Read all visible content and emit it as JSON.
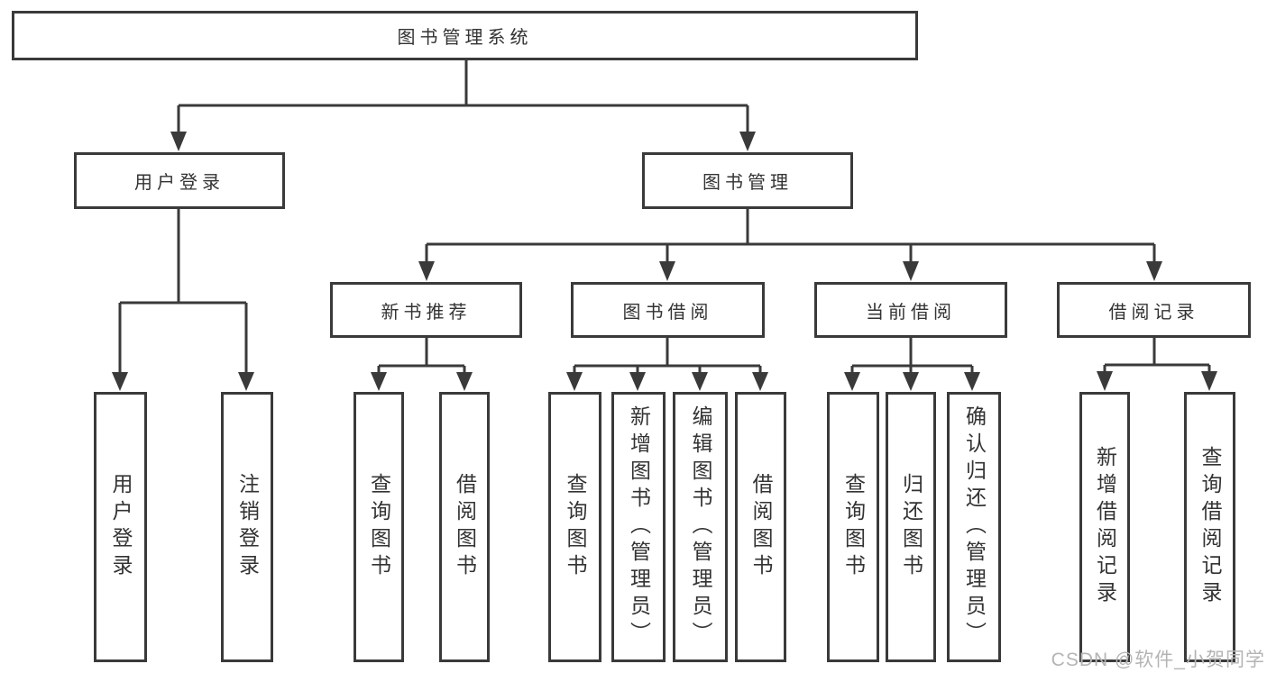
{
  "diagram_title": "图书管理系统",
  "tree": {
    "label": "图书管理系统",
    "children": [
      {
        "label": "用户登录",
        "children": [
          {
            "label": "用户登录"
          },
          {
            "label": "注销登录"
          }
        ]
      },
      {
        "label": "图书管理",
        "children": [
          {
            "label": "新书推荐",
            "children": [
              {
                "label": "查询图书"
              },
              {
                "label": "借阅图书"
              }
            ]
          },
          {
            "label": "图书借阅",
            "children": [
              {
                "label": "查询图书"
              },
              {
                "label": "新增图书（管理员）"
              },
              {
                "label": "编辑图书（管理员）"
              },
              {
                "label": "借阅图书"
              }
            ]
          },
          {
            "label": "当前借阅",
            "children": [
              {
                "label": "查询图书"
              },
              {
                "label": "归还图书"
              },
              {
                "label": "确认归还（管理员）"
              }
            ]
          },
          {
            "label": "借阅记录",
            "children": [
              {
                "label": "新增借阅记录"
              },
              {
                "label": "查询借阅记录"
              }
            ]
          }
        ]
      }
    ]
  },
  "watermark": {
    "text": "CSDN @软件_小贺同学",
    "color": "#b4b4b4"
  },
  "colors": {
    "line": "#3a3a3a",
    "text": "#333333",
    "background": "#ffffff"
  }
}
